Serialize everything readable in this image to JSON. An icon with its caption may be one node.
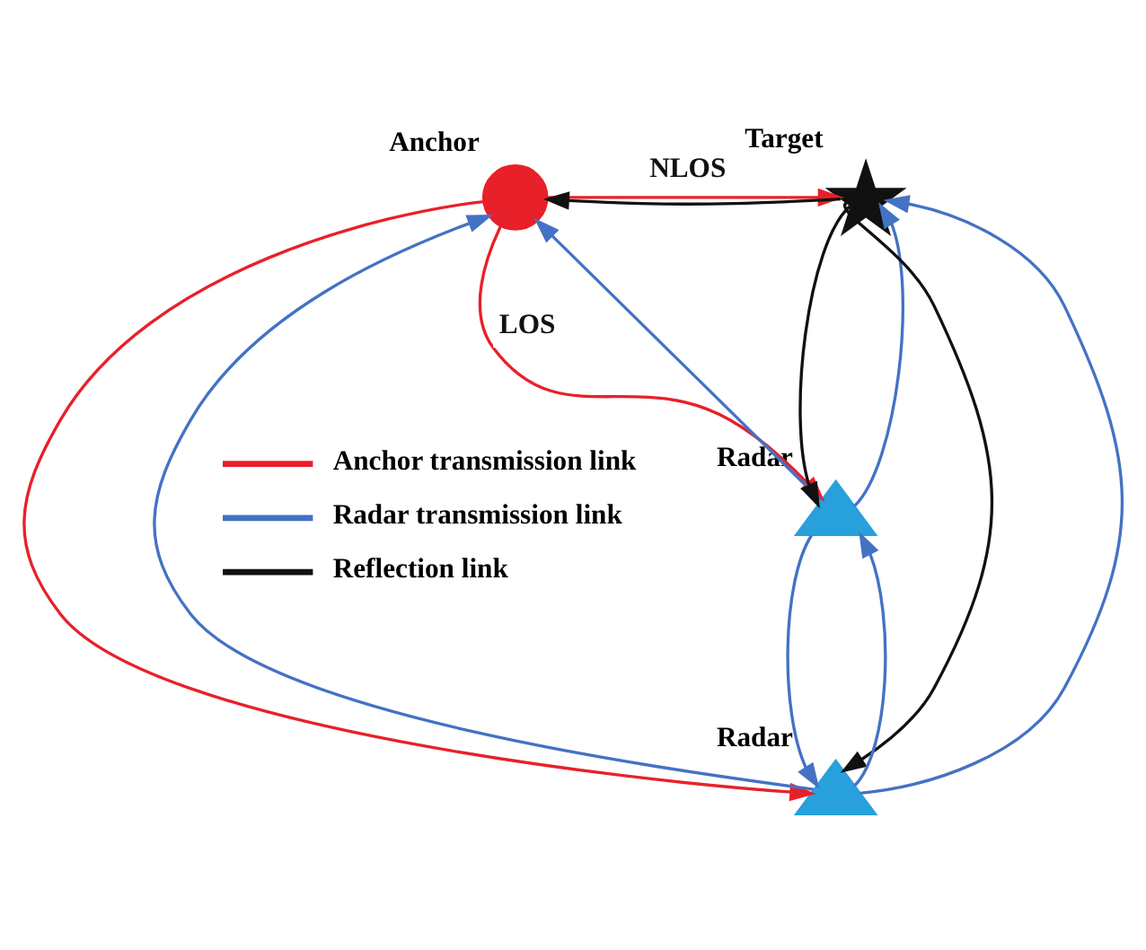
{
  "diagram": {
    "nodes": [
      {
        "text": [],
        "shape": "circle",
        "beside": [
          "Anchor"
        ]
      },
      {
        "text": [],
        "shape": "triangle",
        "beside": [
          "Radar"
        ]
      },
      {
        "text": [],
        "shape": "star",
        "beside": [
          "Target"
        ]
      },
      {
        "text": [],
        "shape": "triangle",
        "beside": [
          "Radar"
        ]
      }
    ],
    "edges": [
      {
        "from": 0,
        "to": 1,
        "arrow": "to",
        "color": "#e8202a",
        "label": "LOS"
      },
      {
        "from": 1,
        "to": 0,
        "arrow": "to"
      },
      {
        "from": 2,
        "to": 0,
        "arrow": "to",
        "color": "#111111"
      },
      {
        "from": 0,
        "to": 2,
        "arrow": "to",
        "color": "#e8202a",
        "label": "NLOS"
      },
      {
        "from": 1,
        "to": 2,
        "arrow": "to"
      },
      {
        "from": 2,
        "to": 1,
        "arrow": "to",
        "color": "#111111"
      },
      {
        "from": 2,
        "to": 3,
        "arrow": "to",
        "color": "#111111"
      },
      {
        "from": 3,
        "to": 2,
        "arrow": "to"
      },
      {
        "from": 0,
        "to": 3,
        "arrow": "to",
        "color": "#e8202a"
      },
      {
        "from": 3,
        "to": 0,
        "arrow": "to"
      },
      {
        "from": 1,
        "to": 3,
        "arrow": "to"
      },
      {
        "from": 3,
        "to": 1,
        "arrow": "to"
      }
    ],
    "legend": [
      {
        "text": "Anchor transmission link"
      },
      {
        "text": "Radar transmission link"
      },
      {
        "text": "Reflection link"
      }
    ]
  }
}
